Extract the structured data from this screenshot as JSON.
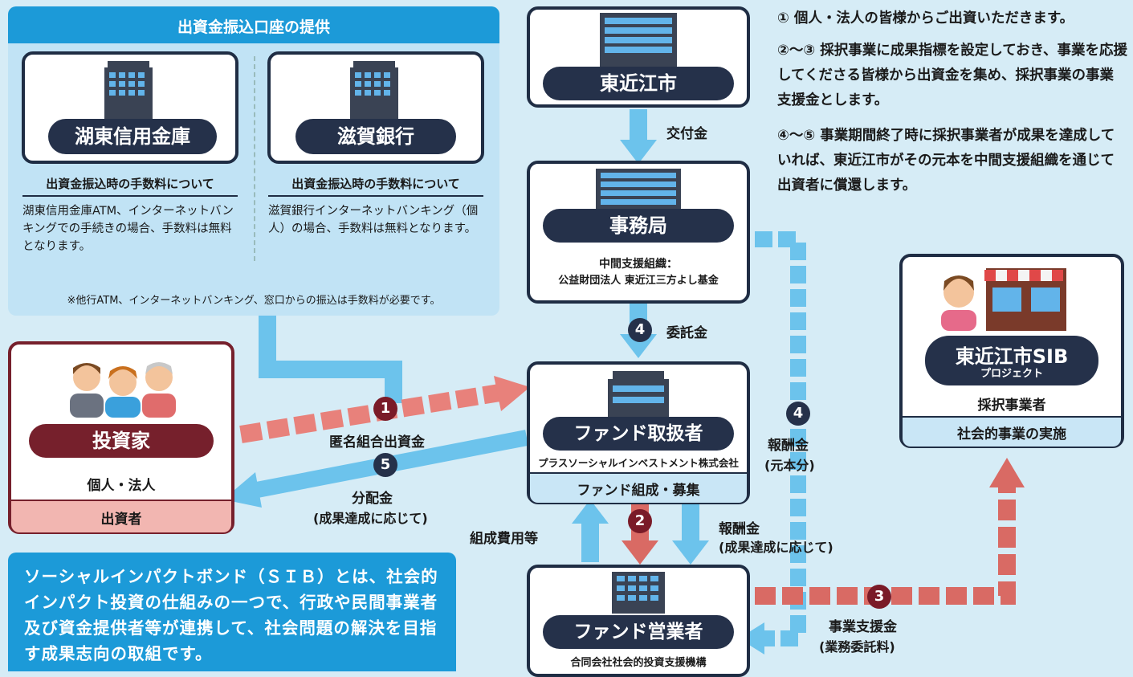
{
  "colors": {
    "background": "#d6ecf6",
    "navy": "#25314a",
    "blue_arrow": "#6cc3ec",
    "pink_arrow": "#e8817b",
    "red_arrow": "#d96a64",
    "dark_red": "#76202c",
    "teal_box": "#1c9ad8"
  },
  "top_panel": {
    "title": "出資金振込口座の提供",
    "banks": [
      {
        "name": "湖東信用金庫",
        "fee_heading": "出資金振込時の手数料について",
        "fee_text": "湖東信用金庫ATM、インターネットバンキングでの手続きの場合、手数料は無料となります。"
      },
      {
        "name": "滋賀銀行",
        "fee_heading": "出資金振込時の手数料について",
        "fee_text": "滋賀銀行インターネットバンキング（個人）の場合、手数料は無料となります。"
      }
    ],
    "note": "※他行ATM、インターネットバンキング、窓口からの振込は手数料が必要です。"
  },
  "investor": {
    "label": "投資家",
    "sub": "個人・法人",
    "footer": "出資者"
  },
  "city": {
    "label": "東近江市"
  },
  "secretariat": {
    "label": "事務局",
    "sub1": "中間支援組織：",
    "sub2": "公益財団法人 東近江三方よし基金"
  },
  "fund_handler": {
    "label": "ファンド取扱者",
    "sub": "プラスソーシャルインベストメント株式会社",
    "footer": "ファンド組成・募集"
  },
  "fund_operator": {
    "label": "ファンド営業者",
    "sub": "合同会社社会的投資支援機構"
  },
  "project": {
    "label_line1": "東近江市SIB",
    "label_line2": "プロジェクト",
    "sub": "採択事業者",
    "footer": "社会的事業の実施"
  },
  "flows": {
    "grant": "交付金",
    "consign": "委託金",
    "anonymous": "匿名組合出資金",
    "dividend": "分配金",
    "dividend_note": "(成果達成に応じて)",
    "formation": "組成費用等",
    "reward": "報酬金",
    "reward_note": "(成果達成に応じて)",
    "reward_principal": "報酬金",
    "reward_principal_note": "(元本分)",
    "support_fund": "事業支援金",
    "support_note": "(業務委託料)"
  },
  "markers": [
    "1",
    "2",
    "3",
    "4",
    "5"
  ],
  "explanations": [
    "① 個人・法人の皆様からご出資いただきます。",
    "②～③ 採択事業に成果指標を設定しておき、事業を応援してくださる皆様から出資金を集め、採択事業の事業支援金とします。",
    "④～⑤ 事業期間終了時に採択事業者が成果を達成していれば、東近江市がその元本を中間支援組織を通じて出資者に償還します。"
  ],
  "sib_definition": "ソーシャルインパクトボンド（ＳＩＢ）とは、社会的インパクト投資の仕組みの一つで、行政や民間事業者及び資金提供者等が連携して、社会問題の解決を目指す成果志向の取組です。"
}
